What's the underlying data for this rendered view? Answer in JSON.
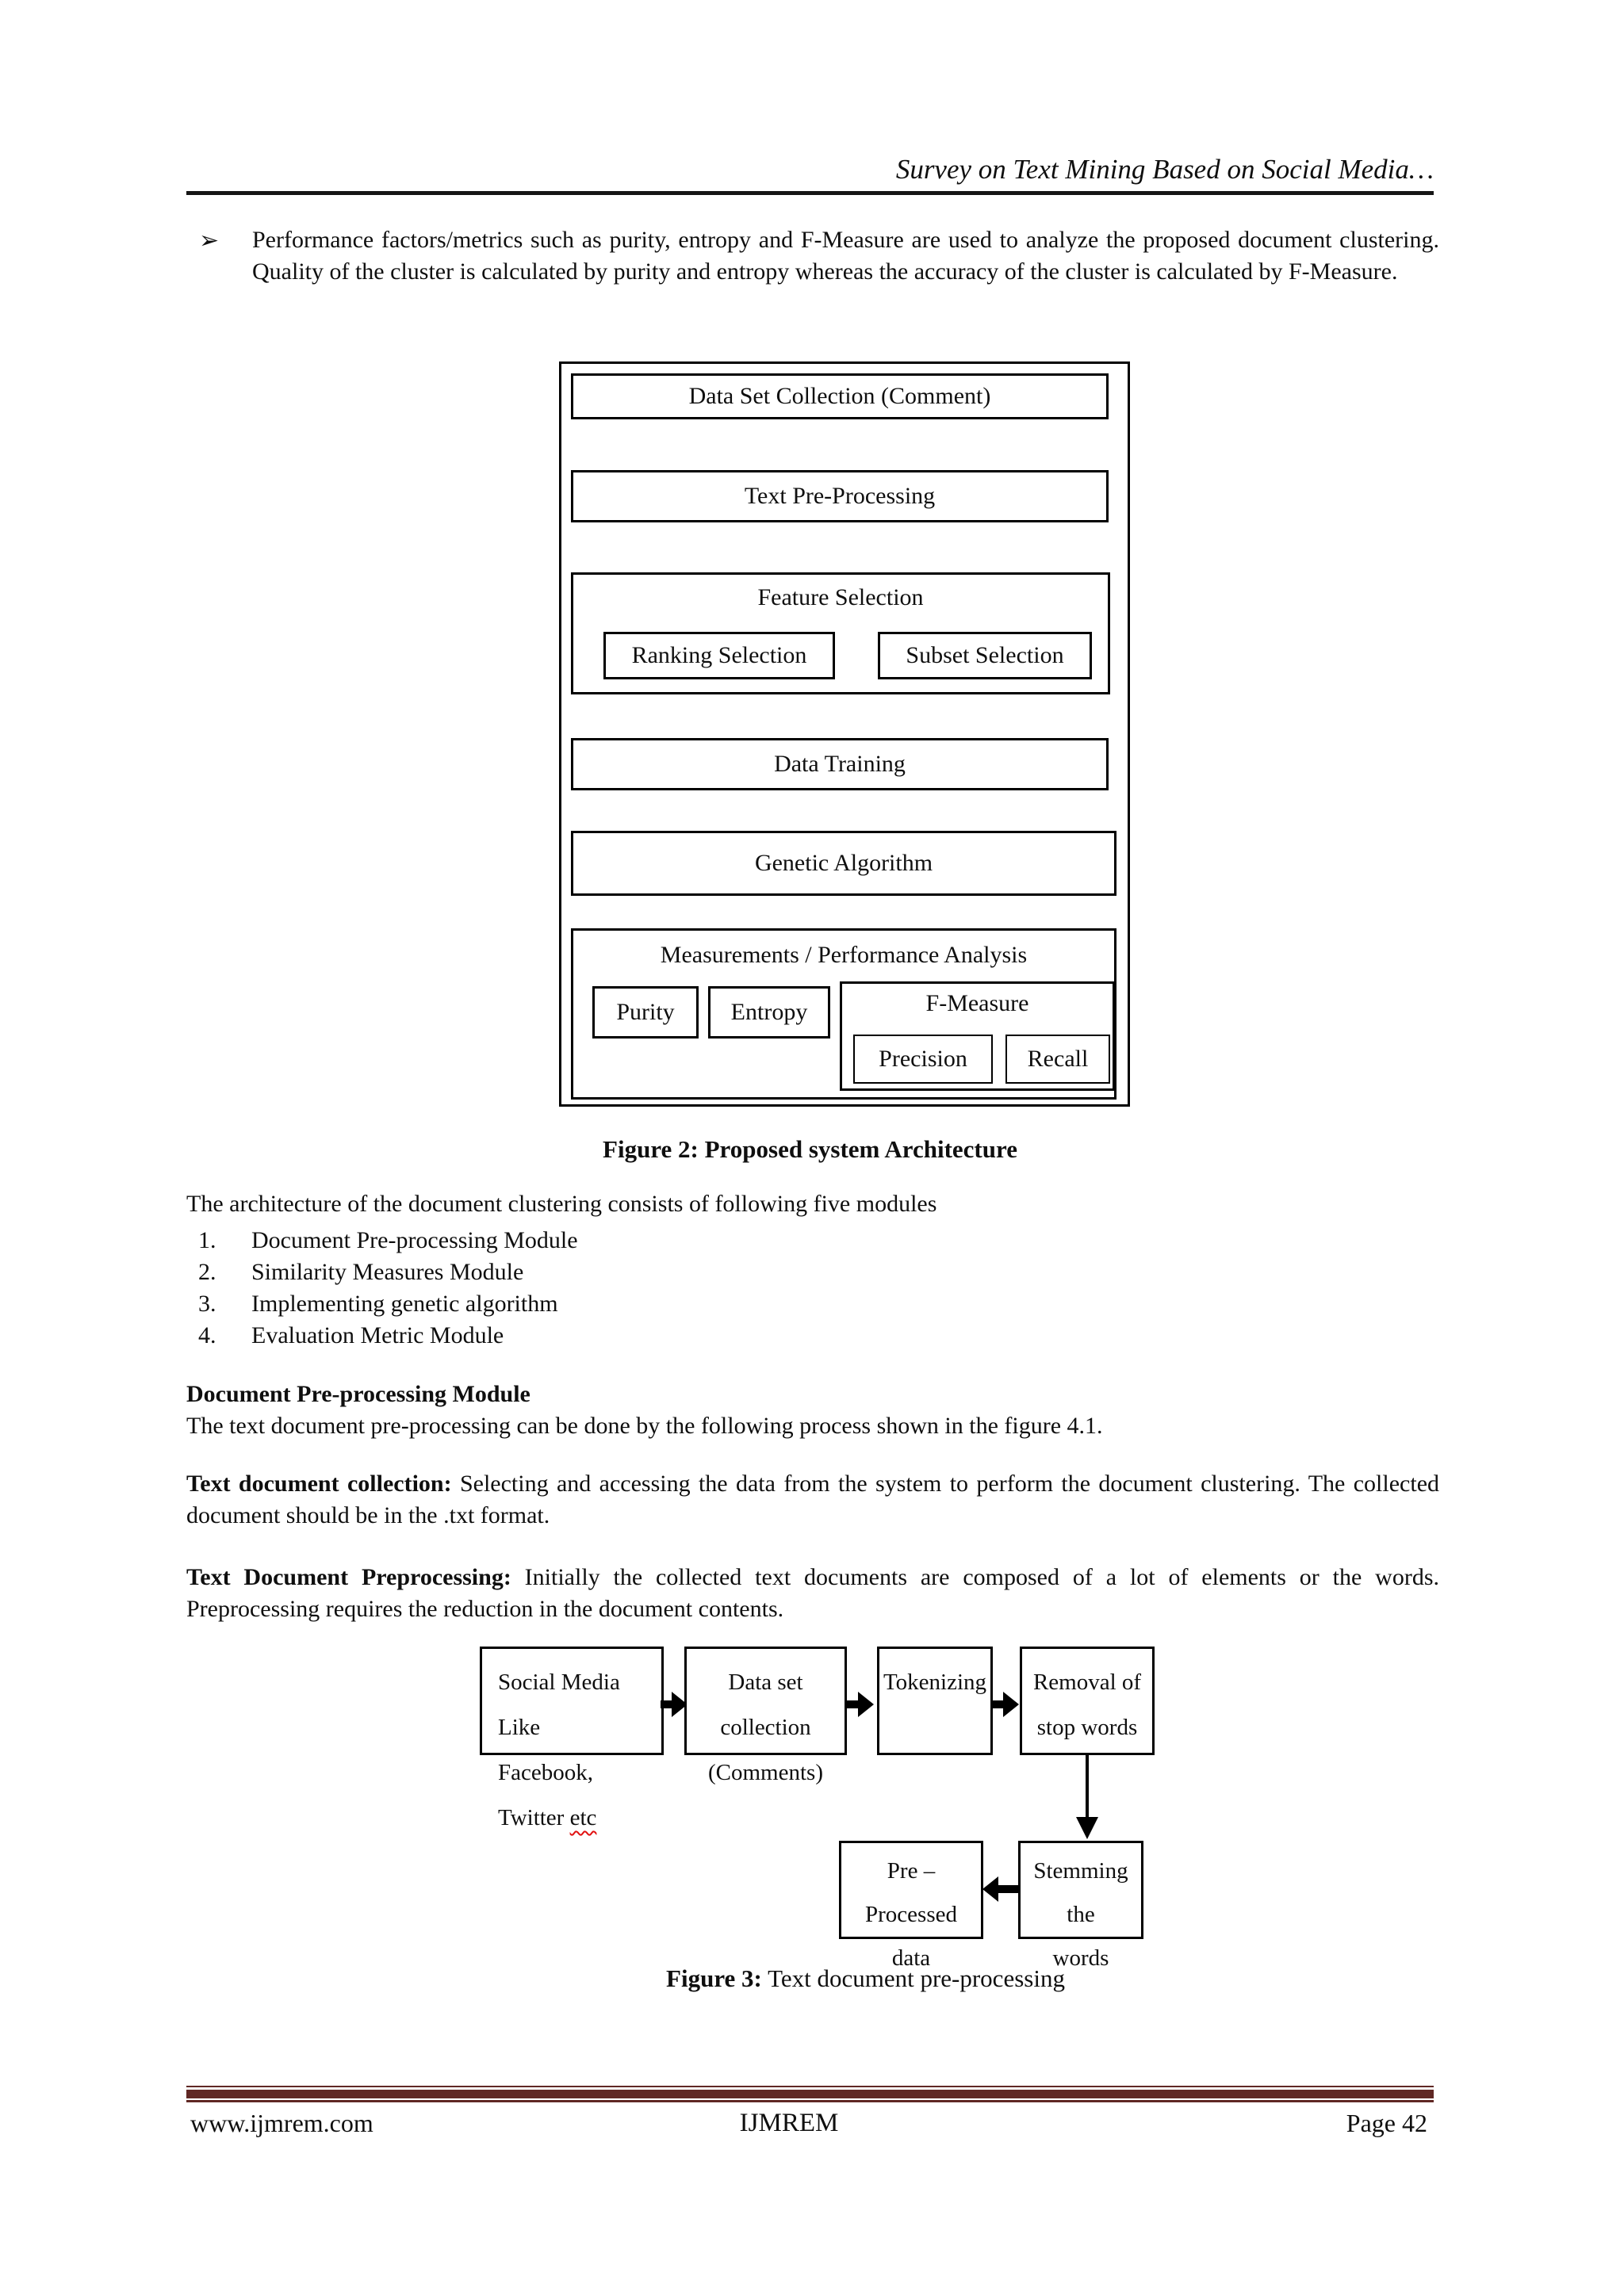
{
  "header": {
    "title": "Survey on Text Mining Based on Social Media…"
  },
  "intro": {
    "marker": "➢",
    "text": "Performance factors/metrics such as purity, entropy and F-Measure are used to analyze the proposed document clustering. Quality of the cluster is calculated by purity and entropy whereas the accuracy of the cluster is calculated by F-Measure."
  },
  "figure2": {
    "dataset": "Data Set Collection (Comment)",
    "preprocessing": "Text Pre-Processing",
    "feature_selection": "Feature Selection",
    "ranking": "Ranking Selection",
    "subset": "Subset Selection",
    "data_training": "Data Training",
    "genetic": "Genetic Algorithm",
    "measurements": "Measurements / Performance Analysis",
    "purity": "Purity",
    "entropy": "Entropy",
    "fmeasure": "F-Measure",
    "precision": "Precision",
    "recall": "Recall",
    "caption_label": "Figure 2:",
    "caption_rest": " Proposed system Architecture"
  },
  "architecture": {
    "intro": "The architecture of the document clustering consists of following five modules",
    "modules": [
      {
        "num": "1.",
        "label": "Document Pre-processing Module"
      },
      {
        "num": "2.",
        "label": "Similarity Measures Module"
      },
      {
        "num": "3.",
        "label": "Implementing genetic algorithm"
      },
      {
        "num": "4.",
        "label": "Evaluation Metric Module"
      }
    ]
  },
  "section": {
    "heading": "Document Pre-processing Module",
    "body": "The text document pre-processing can be done by the following process shown in the figure 4.1."
  },
  "collection": {
    "lead": "Text document collection:",
    "body": " Selecting and accessing the data from the system to perform the document clustering. The collected document should be in the .txt format."
  },
  "preprocessing_para": {
    "lead": "Text Document Preprocessing:",
    "body": " Initially the collected text documents are composed of a lot of elements or the words. Preprocessing requires the reduction in the document contents."
  },
  "figure3": {
    "social_line1": "Social Media Like",
    "social_line2a": "Facebook, Twitter ",
    "social_line2b": "etc",
    "dataset_line1": "Data set collection",
    "dataset_line2": "(Comments)",
    "tokenizing": "Tokenizing",
    "removal_line1": "Removal of",
    "removal_line2": "stop words",
    "preprocessed_line1": "Pre – Processed",
    "preprocessed_line2": "data",
    "stemming_line1": "Stemming the",
    "stemming_line2": "words",
    "caption_label": "Figure 3:",
    "caption_rest": " Text document pre-processing"
  },
  "footer": {
    "website": "www.ijmrem.com",
    "journal": "IJMREM",
    "page": "Page 42",
    "bar_color": "#602824"
  }
}
